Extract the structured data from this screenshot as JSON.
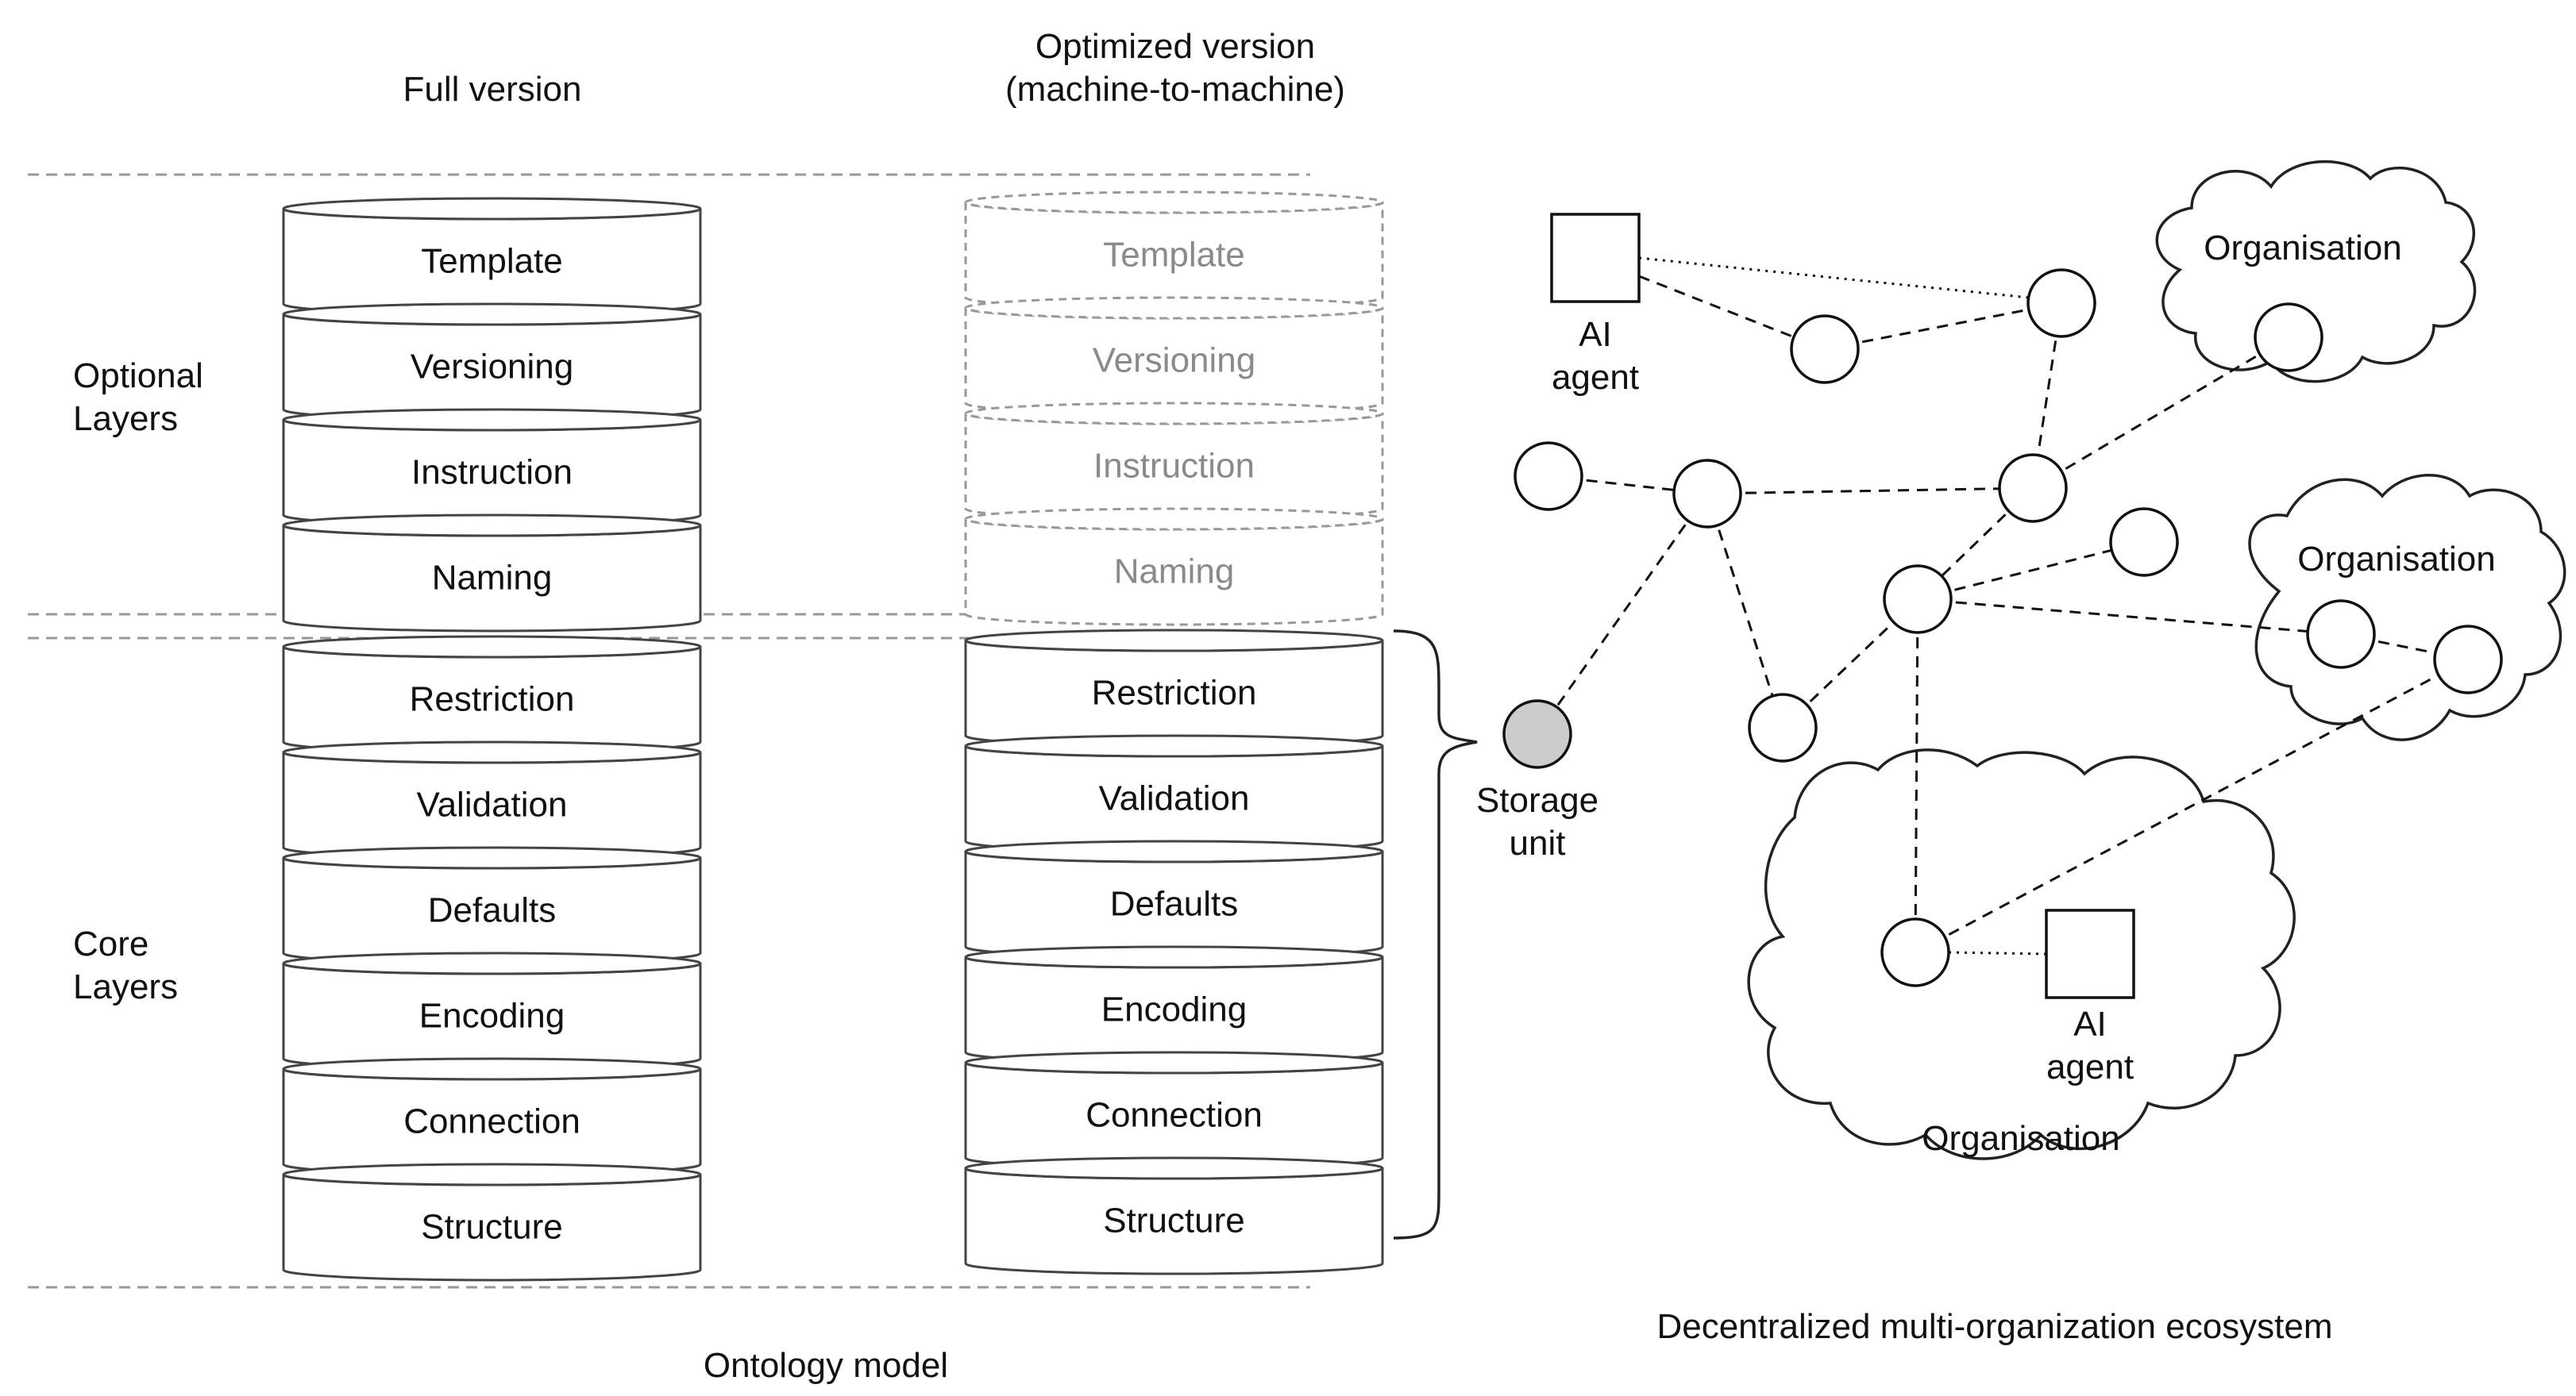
{
  "headers": {
    "full_version": "Full version",
    "optimized_line1": "Optimized version",
    "optimized_line2": "(machine-to-machine)"
  },
  "side_labels": {
    "optional_line1": "Optional",
    "optional_line2": "Layers",
    "core_line1": "Core",
    "core_line2": "Layers"
  },
  "optional_layers": [
    "Template",
    "Versioning",
    "Instruction",
    "Naming"
  ],
  "core_layers": [
    "Restriction",
    "Validation",
    "Defaults",
    "Encoding",
    "Connection",
    "Structure"
  ],
  "captions": {
    "ontology_model": "Ontology model",
    "ecosystem": "Decentralized multi-organization ecosystem"
  },
  "ecosystem": {
    "storage_line1": "Storage",
    "storage_line2": "unit",
    "agent_line1": "AI",
    "agent_line2": "agent",
    "organisation": "Organisation"
  },
  "colors": {
    "stroke": "#444444",
    "dash": "#999999",
    "storage_fill": "#cccccc",
    "ghost_text": "#8a8a8a"
  }
}
